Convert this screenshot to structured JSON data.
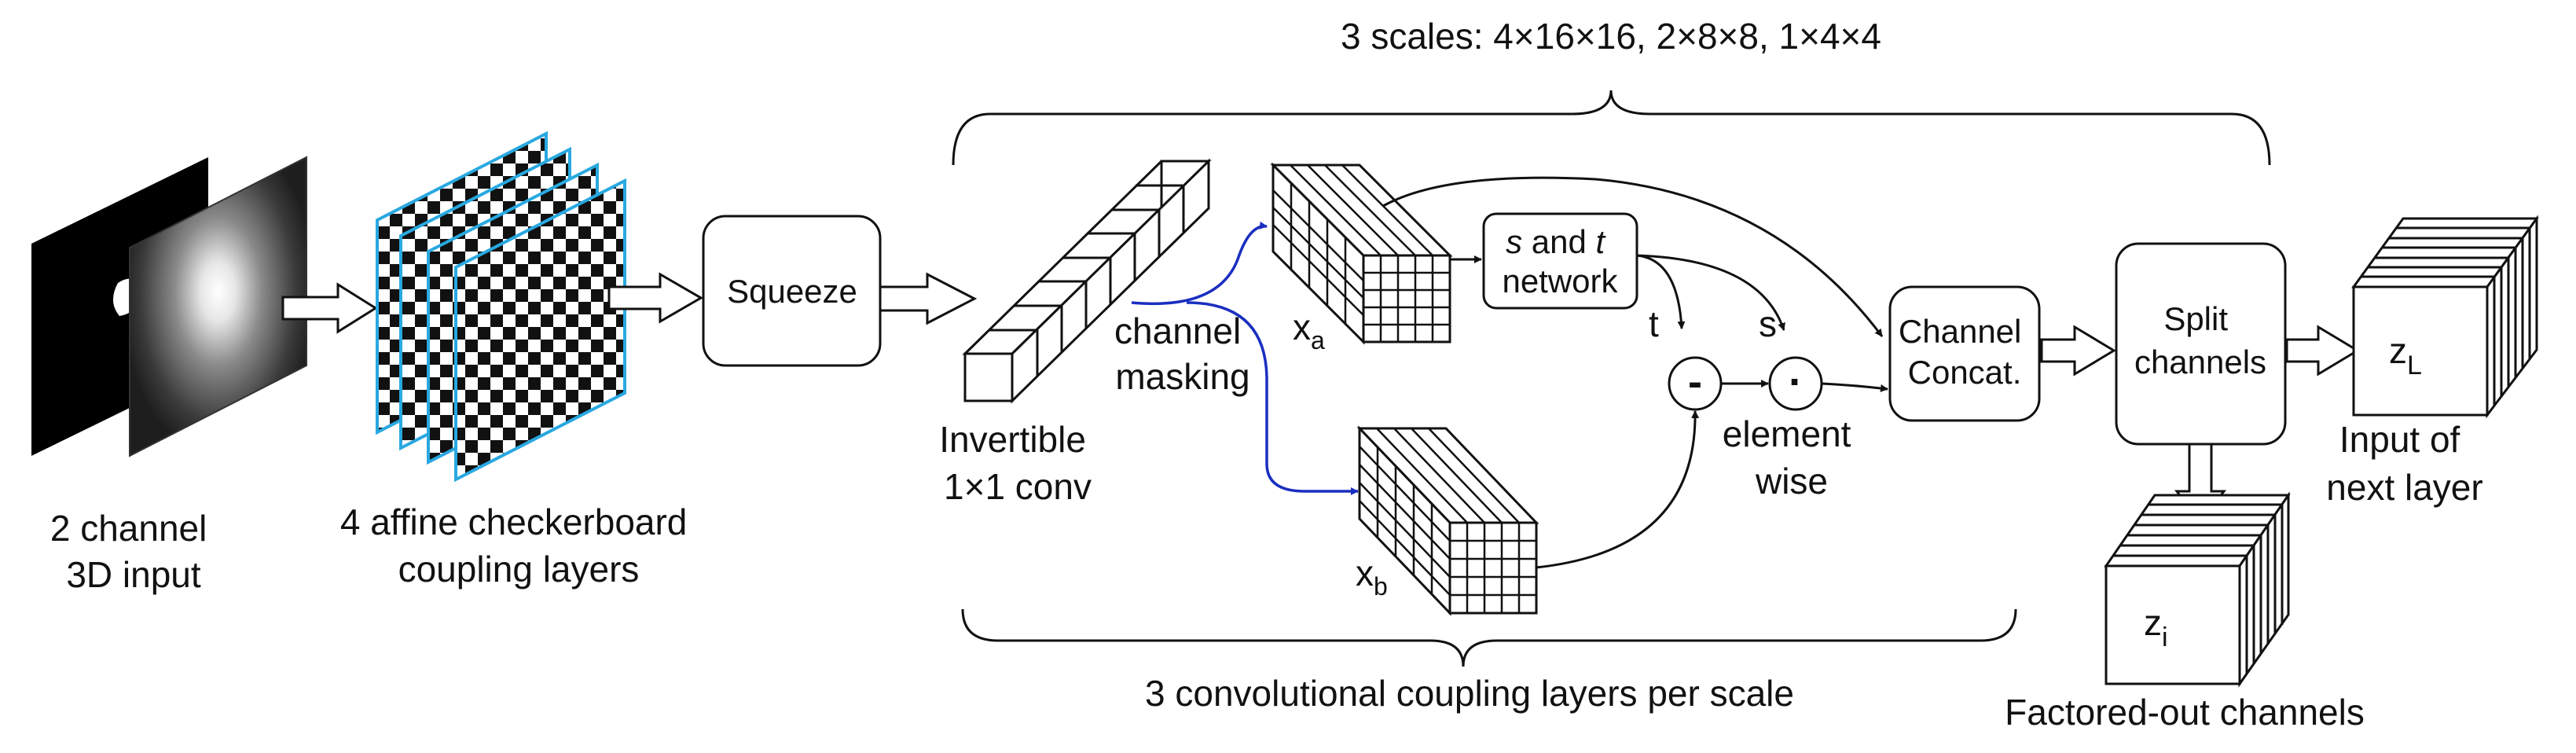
{
  "scales_label": "3 scales: 4×16×16, 2×8×8, 1×4×4",
  "coupling_label": "3 convolutional coupling layers per scale",
  "input": {
    "line1": "2 channel",
    "line2": "3D input"
  },
  "checker": {
    "line1": "4 affine checkerboard",
    "line2": "coupling layers"
  },
  "squeeze": {
    "label": "Squeeze"
  },
  "invertible": {
    "line1": "Invertible",
    "line2": "1×1 conv"
  },
  "masking": {
    "line1": "channel",
    "line2": "masking"
  },
  "xa": {
    "base": "x",
    "sub": "a"
  },
  "xb": {
    "base": "x",
    "sub": "b"
  },
  "st_network": {
    "s": "s",
    "and": " and ",
    "t": "t",
    "line2": "network"
  },
  "ops": {
    "t_label": "t",
    "s_label": "s",
    "minus": "-",
    "dot": "·",
    "elem1": "element",
    "elem2": "wise"
  },
  "concat": {
    "line1": "Channel",
    "line2": "Concat."
  },
  "split": {
    "line1": "Split",
    "line2": "channels"
  },
  "zl": {
    "base": "z",
    "sub": "L"
  },
  "zi": {
    "base": "z",
    "sub": "i"
  },
  "next_layer": {
    "line1": "Input of",
    "line2": "next layer"
  },
  "factored": {
    "label": "Factored-out channels"
  },
  "colors": {
    "masking_arrow": "#1a2fc0",
    "checker_edge": "#29a8e0",
    "stroke": "#111111"
  }
}
